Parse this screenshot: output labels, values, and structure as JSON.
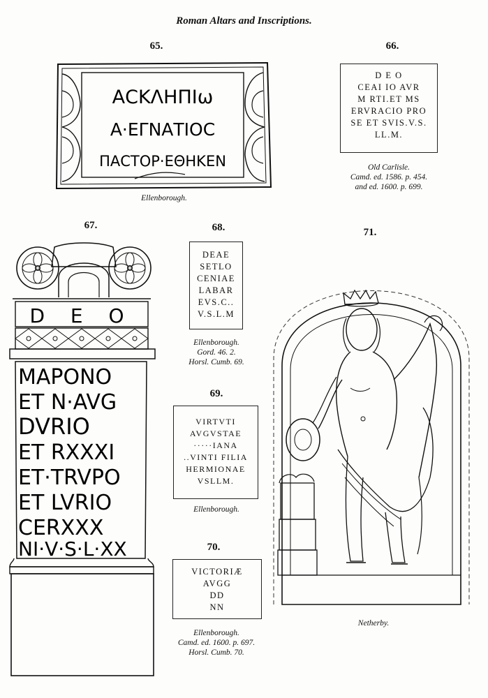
{
  "page_title": "Roman Altars and Inscriptions.",
  "items": [
    {
      "number": "65.",
      "lines": [
        "ΑCΚΛΗΠΙω",
        "Α·ΕΓΝΑΤΙΟC",
        "ΠΑCΤΟΡ·ΕΘΗΚΕΝ"
      ],
      "caption": [
        "Ellenborough."
      ]
    },
    {
      "number": "66.",
      "lines": [
        "D E O",
        "CEAI IO AVR",
        "M RTI.ET MS",
        "ERVRACIO PRO",
        "SE ET SVIS.V.S.",
        "LL.M."
      ],
      "caption": [
        "Old Carlisle.",
        "Camd. ed. 1586. p. 454.",
        "and ed. 1600. p. 699."
      ]
    },
    {
      "number": "67.",
      "lines": [
        "D E O",
        "MAPONO",
        "ET N·AVG",
        "DVRIO",
        "ET RXXXI",
        "ET·TRVPO",
        "ET LVRIO",
        "CERXXX",
        "NI·V·S·L·XX"
      ],
      "caption": []
    },
    {
      "number": "68.",
      "lines": [
        "DEAE",
        "SETLO",
        "CENIAE",
        "LABAR",
        "EVS.C..",
        "V.S.L.M"
      ],
      "caption": [
        "Ellenborough.",
        "Gord. 46. 2.",
        "Horsl. Cumb. 69."
      ]
    },
    {
      "number": "69.",
      "lines": [
        "VIRTVTI",
        "AVGVSTAE",
        "·····IANA",
        "..VINTI FILIA",
        "HERMIONAE",
        "VSLLM."
      ],
      "caption": [
        "Ellenborough."
      ]
    },
    {
      "number": "70.",
      "lines": [
        "VICTORIÆ",
        "AVGG",
        "DD",
        "NN"
      ],
      "caption": [
        "Ellenborough.",
        "Camd. ed. 1600. p. 697.",
        "Horsl. Cumb. 70."
      ]
    },
    {
      "number": "71.",
      "lines": [],
      "caption": [
        "Netherby."
      ]
    }
  ]
}
